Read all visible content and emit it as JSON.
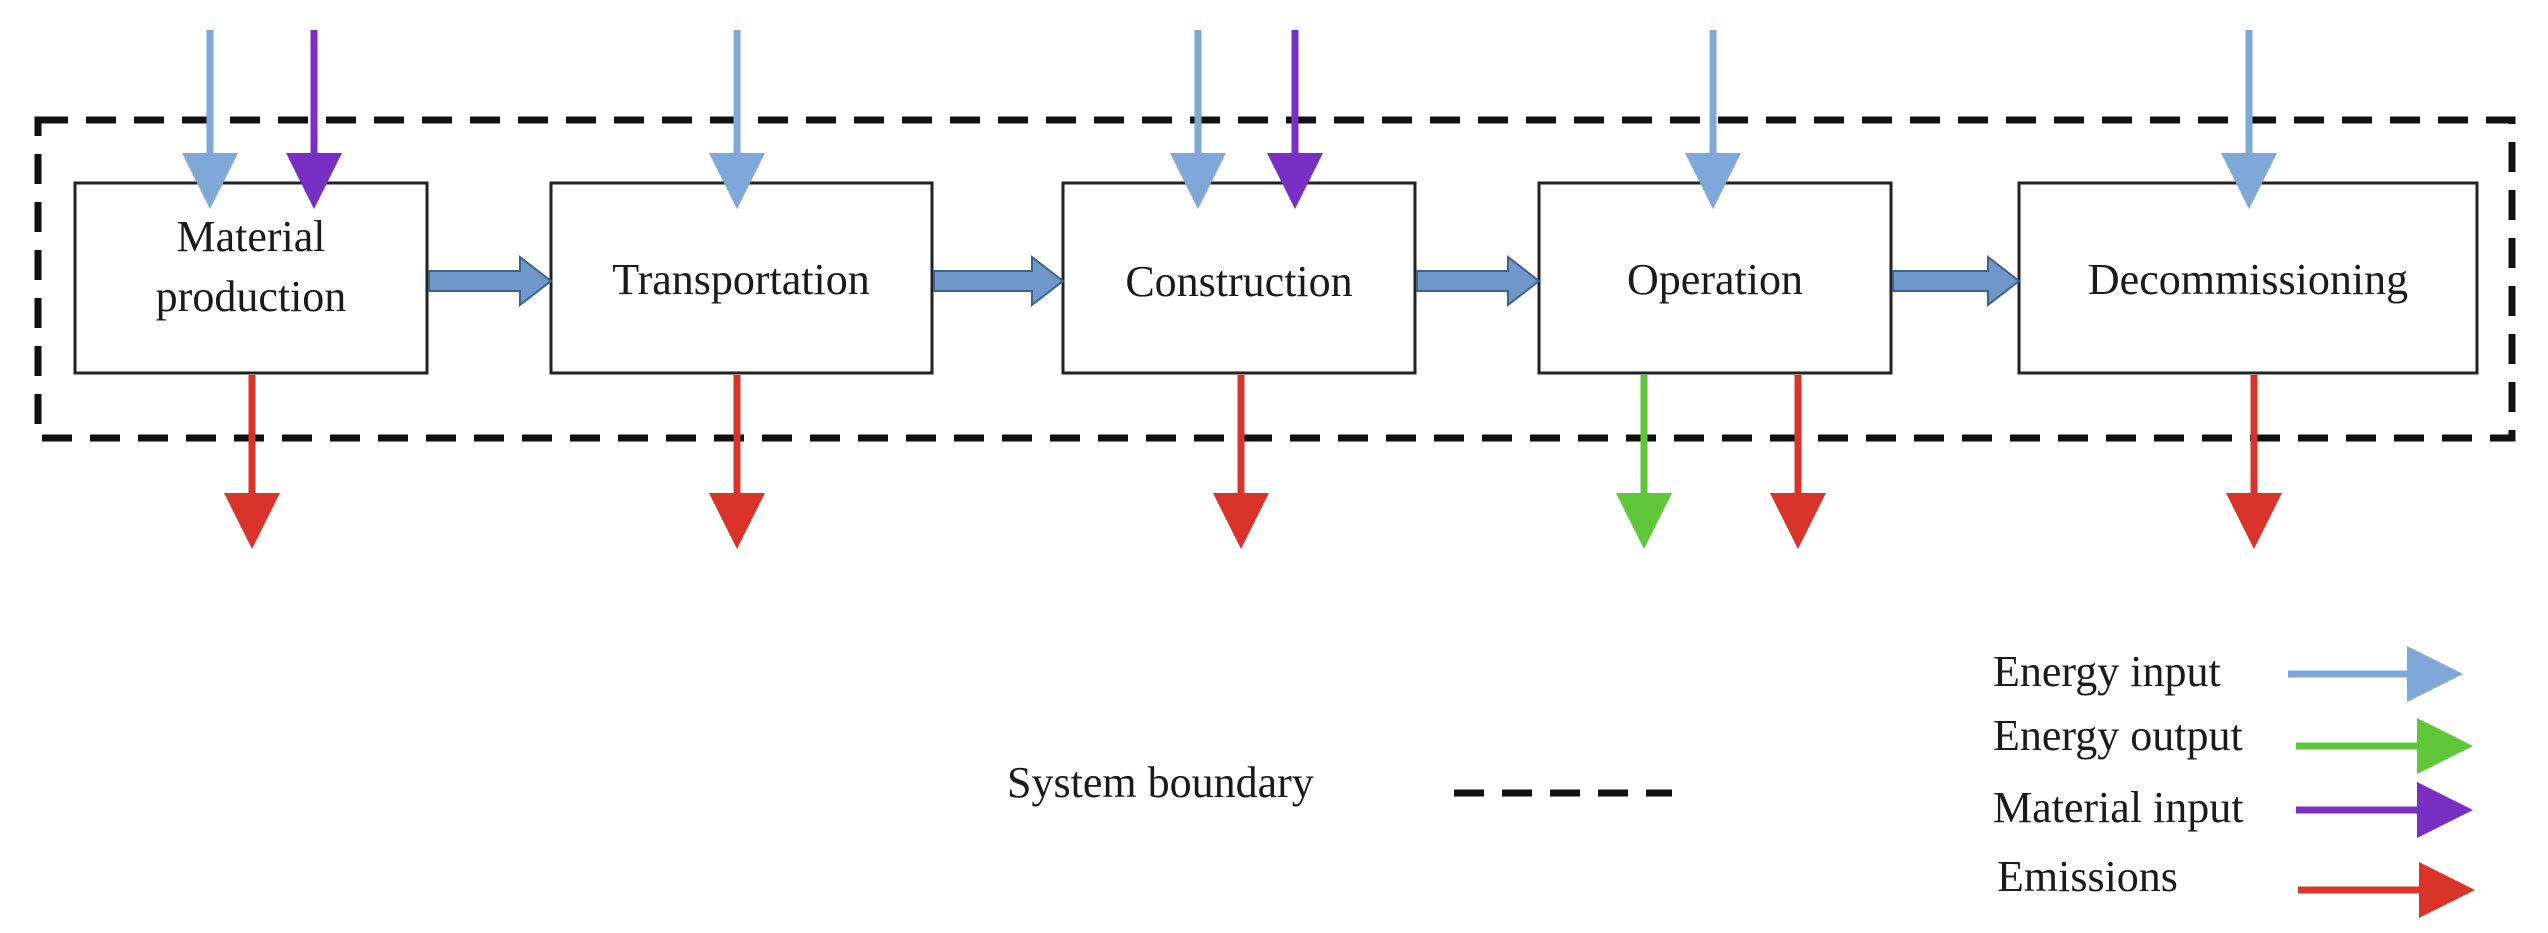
{
  "stages": [
    {
      "key": "material",
      "lines": [
        "Material",
        "production"
      ]
    },
    {
      "key": "transport",
      "lines": [
        "Transportation"
      ]
    },
    {
      "key": "construction",
      "lines": [
        "Construction"
      ]
    },
    {
      "key": "operation",
      "lines": [
        "Operation"
      ]
    },
    {
      "key": "decommissioning",
      "lines": [
        "Decommissioning"
      ]
    }
  ],
  "legend": {
    "energy_input": "Energy input",
    "energy_output": "Energy output",
    "material_input": "Material input",
    "emissions": "Emissions",
    "system_boundary": "System boundary"
  },
  "colors": {
    "energy_input": "#7fa7d8",
    "energy_output": "#5ec83a",
    "material_input": "#7a2fc4",
    "emissions": "#d9332a",
    "flow_arrow": "#6f97c9",
    "flow_arrow_stroke": "#40618a",
    "boundary": "#111111",
    "box_stroke": "#222222"
  },
  "flows": {
    "material": {
      "energy_input": 1,
      "material_input": 1,
      "energy_output": 0,
      "emissions": 1
    },
    "transport": {
      "energy_input": 1,
      "material_input": 0,
      "energy_output": 0,
      "emissions": 1
    },
    "construction": {
      "energy_input": 1,
      "material_input": 1,
      "energy_output": 0,
      "emissions": 1
    },
    "operation": {
      "energy_input": 1,
      "material_input": 0,
      "energy_output": 1,
      "emissions": 1
    },
    "decommissioning": {
      "energy_input": 1,
      "material_input": 0,
      "energy_output": 0,
      "emissions": 1
    }
  }
}
